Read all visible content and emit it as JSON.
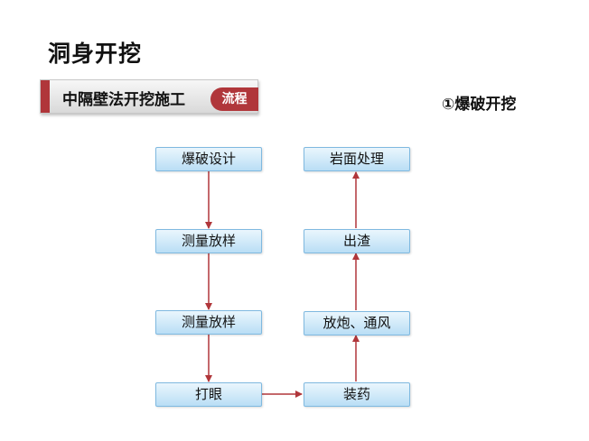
{
  "page": {
    "title": "洞身开挖",
    "banner": {
      "label": "中隔壁法开挖施工",
      "badge": "流程"
    },
    "subtitle": "①爆破开挖"
  },
  "flowchart": {
    "nodes": [
      {
        "id": "n1",
        "label": "爆破设计"
      },
      {
        "id": "n2",
        "label": "测量放样"
      },
      {
        "id": "n3",
        "label": "测量放样"
      },
      {
        "id": "n4",
        "label": "打眼"
      },
      {
        "id": "n5",
        "label": "装药"
      },
      {
        "id": "n6",
        "label": "放炮、通风"
      },
      {
        "id": "n7",
        "label": "出渣"
      },
      {
        "id": "n8",
        "label": "岩面处理"
      }
    ],
    "edges": [
      [
        "n1",
        "n2"
      ],
      [
        "n2",
        "n3"
      ],
      [
        "n3",
        "n4"
      ],
      [
        "n4",
        "n5"
      ],
      [
        "n5",
        "n6"
      ],
      [
        "n6",
        "n7"
      ],
      [
        "n7",
        "n8"
      ]
    ]
  },
  "colors": {
    "accent": "#b0363a",
    "arrow": "#b0363a",
    "node_border": "#7fb9e0",
    "node_fill_top": "#eaf6fd",
    "node_fill_bottom": "#b9def5"
  }
}
